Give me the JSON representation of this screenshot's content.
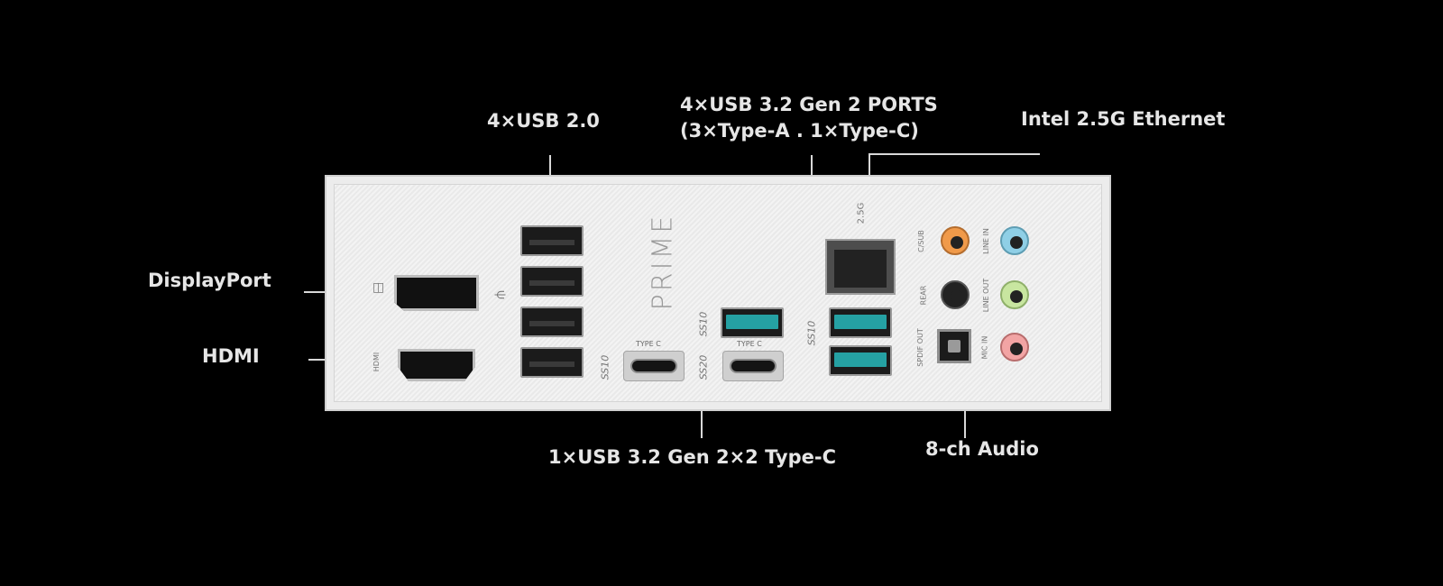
{
  "callouts": {
    "usb20": "4×USB 2.0",
    "usb32_line1": "4×USB 3.2 Gen 2 PORTS",
    "usb32_line2": "(3×Type-A . 1×Type-C)",
    "ethernet": "Intel 2.5G Ethernet",
    "displayport": "DisplayPort",
    "hdmi": "HDMI",
    "usb2x2": "1×USB 3.2 Gen 2×2 Type-C",
    "audio": "8-ch Audio"
  },
  "panel": {
    "brand": "PRIME",
    "lan_speed": "2.5G",
    "hdmi_label": "HDMI",
    "type_c_label_1": "TYPE C",
    "type_c_label_2": "TYPE C",
    "ss10_a": "SS10",
    "ss10_b": "SS10",
    "ss20": "SS20",
    "ss10_c": "SS10",
    "audio_labels": {
      "csub": "C/SUB",
      "rear": "REAR",
      "spdif": "SPDIF OUT",
      "line_in": "LINE IN",
      "line_out": "LINE OUT",
      "mic_in": "MIC IN"
    }
  },
  "colors": {
    "background": "#000000",
    "callout_text": "#e6e6e6",
    "usb3_accent": "#25a1a3",
    "jack_orange": "#f09a4a",
    "jack_blue": "#8fcfe6",
    "jack_black": "#222222",
    "jack_green": "#c8e6a0",
    "jack_pink": "#f2a4a4"
  },
  "icons": {
    "usb": "usb-trident-icon",
    "displayport": "displayport-icon"
  }
}
